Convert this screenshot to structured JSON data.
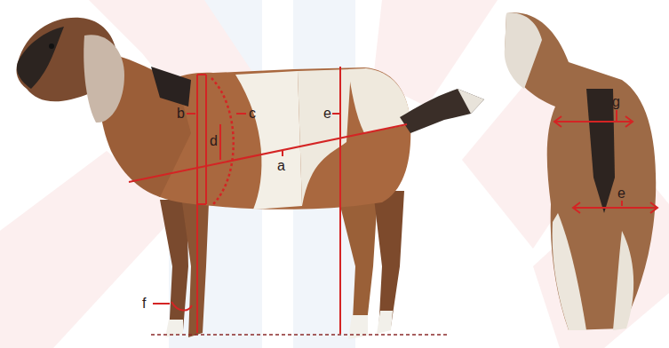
{
  "diagram": {
    "labels": [
      "b",
      "c",
      "e",
      "d",
      "a",
      "f",
      "g",
      "e"
    ]
  }
}
